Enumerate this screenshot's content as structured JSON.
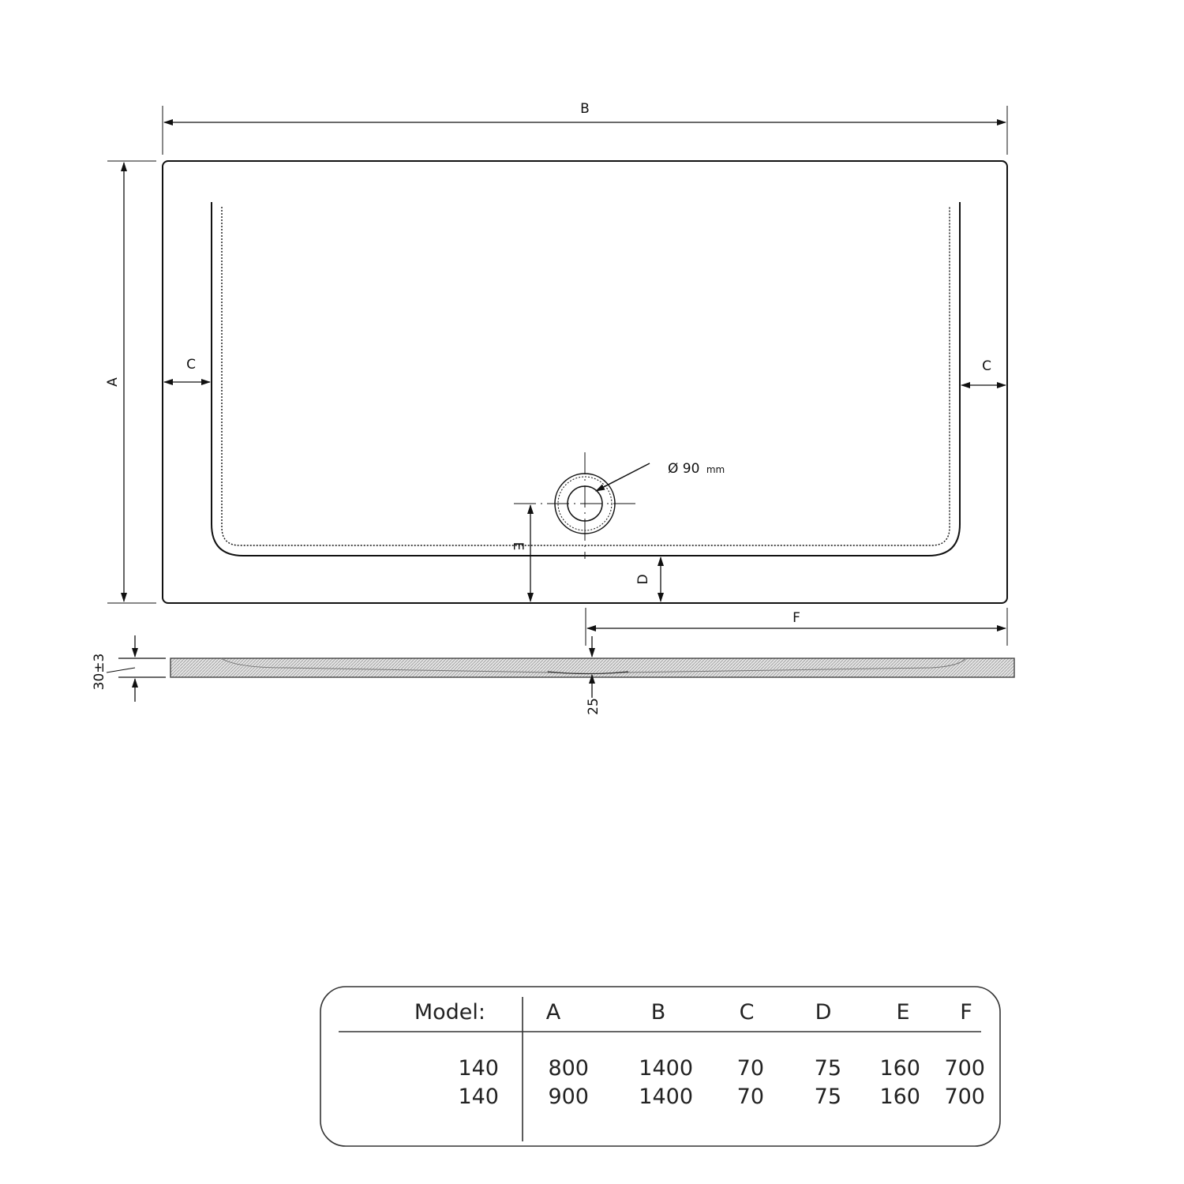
{
  "labels": {
    "B": "B",
    "A": "A",
    "C_left": "C",
    "C_right": "C",
    "E": "E",
    "D": "D",
    "F": "F",
    "waste": "Ø 90",
    "waste_unit": "mm",
    "thickness": "30±3",
    "depth": "25"
  },
  "table": {
    "model_header": "Model:",
    "headers": [
      "A",
      "B",
      "C",
      "D",
      "E",
      "F"
    ],
    "rows": [
      {
        "model": "140",
        "values": [
          "800",
          "1400",
          "70",
          "75",
          "160",
          "700"
        ]
      },
      {
        "model": "140",
        "values": [
          "900",
          "1400",
          "70",
          "75",
          "160",
          "700"
        ]
      }
    ]
  }
}
